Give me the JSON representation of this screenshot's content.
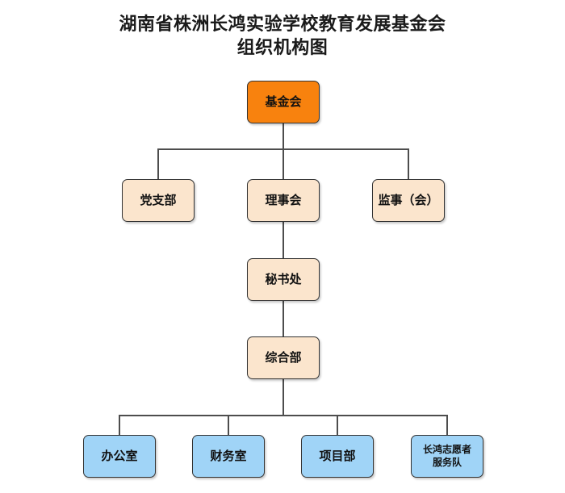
{
  "title": {
    "line1": "湖南省株洲长鸿实验学校教育发展基金会",
    "line2": "组织机构图"
  },
  "nodes": {
    "foundation": {
      "label": "基金会"
    },
    "party_branch": {
      "label": "党支部"
    },
    "board": {
      "label": "理事会"
    },
    "supervisors": {
      "label": "监事（会）"
    },
    "secretariat": {
      "label": "秘书处"
    },
    "general_dept": {
      "label": "综合部"
    },
    "office": {
      "label": "办公室"
    },
    "finance": {
      "label": "财务室"
    },
    "project_dept": {
      "label": "项目部"
    },
    "volunteer_team": {
      "label": "长鸿志愿者\n服务队"
    }
  },
  "hierarchy": [
    {
      "from": "基金会",
      "to": [
        "党支部",
        "理事会",
        "监事（会）"
      ]
    },
    {
      "from": "理事会",
      "to": [
        "秘书处"
      ]
    },
    {
      "from": "秘书处",
      "to": [
        "综合部"
      ]
    },
    {
      "from": "综合部",
      "to": [
        "办公室",
        "财务室",
        "项目部",
        "长鸿志愿者服务队"
      ]
    }
  ],
  "colors": {
    "root_fill": "#F8820E",
    "mid_fill": "#FBE5CD",
    "leaf_fill": "#A0D4F7",
    "border_color": "#333333",
    "line_color": "#4d4d4d",
    "title_color": "#1a1a1a",
    "background": "#ffffff"
  }
}
